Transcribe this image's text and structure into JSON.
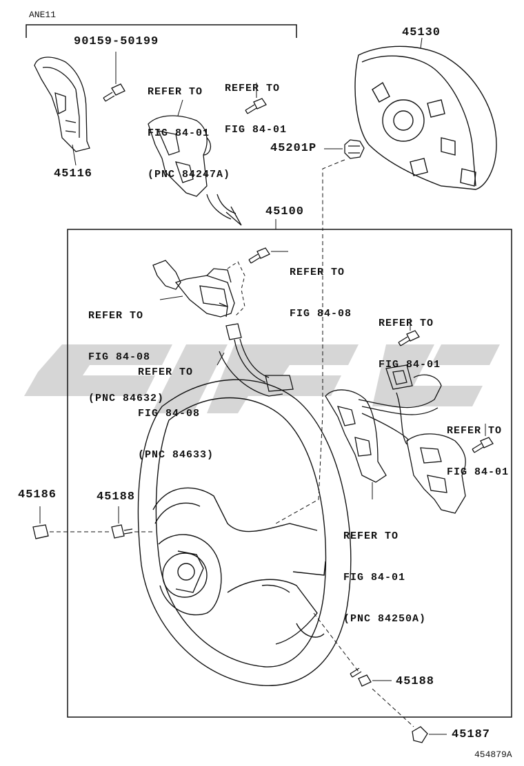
{
  "diagram": {
    "variant_code": "ANE11",
    "illustration_id": "454879A",
    "parts": {
      "p45130": "45130",
      "p9015950199": "90159-50199",
      "p45116": "45116",
      "p45201p": "45201P",
      "p45100": "45100",
      "p45186": "45186",
      "p45188a": "45188",
      "p45188b": "45188",
      "p45187": "45187"
    },
    "refs": {
      "r1": [
        "REFER TO",
        "FIG 84-01",
        "(PNC 84247A)"
      ],
      "r2": [
        "REFER TO",
        "FIG 84-01"
      ],
      "r3": [
        "REFER TO",
        "FIG 84-08"
      ],
      "r4": [
        "REFER TO",
        "FIG 84-08",
        "(PNC 84632)"
      ],
      "r5": [
        "REFER TO",
        "FIG 84-08",
        "(PNC 84633)"
      ],
      "r6": [
        "REFER TO",
        "FIG 84-01"
      ],
      "r7": [
        "REFER TO",
        "FIG 84-01"
      ],
      "r8": [
        "REFER TO",
        "FIG 84-01",
        "(PNC 84250A)"
      ]
    },
    "watermark_color": "#c8c8c8"
  }
}
